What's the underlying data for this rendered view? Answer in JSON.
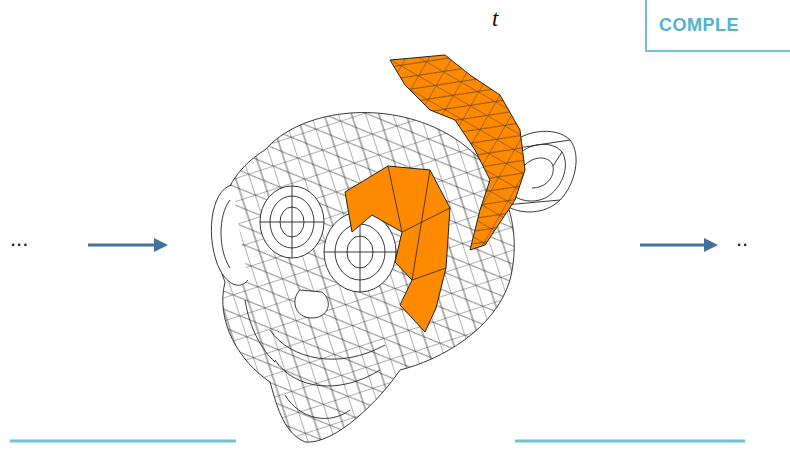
{
  "diagram": {
    "nodes": [
      {
        "text": [
          "COMPLE"
        ]
      }
    ],
    "labels": [
      "t",
      "...",
      ".."
    ]
  }
}
